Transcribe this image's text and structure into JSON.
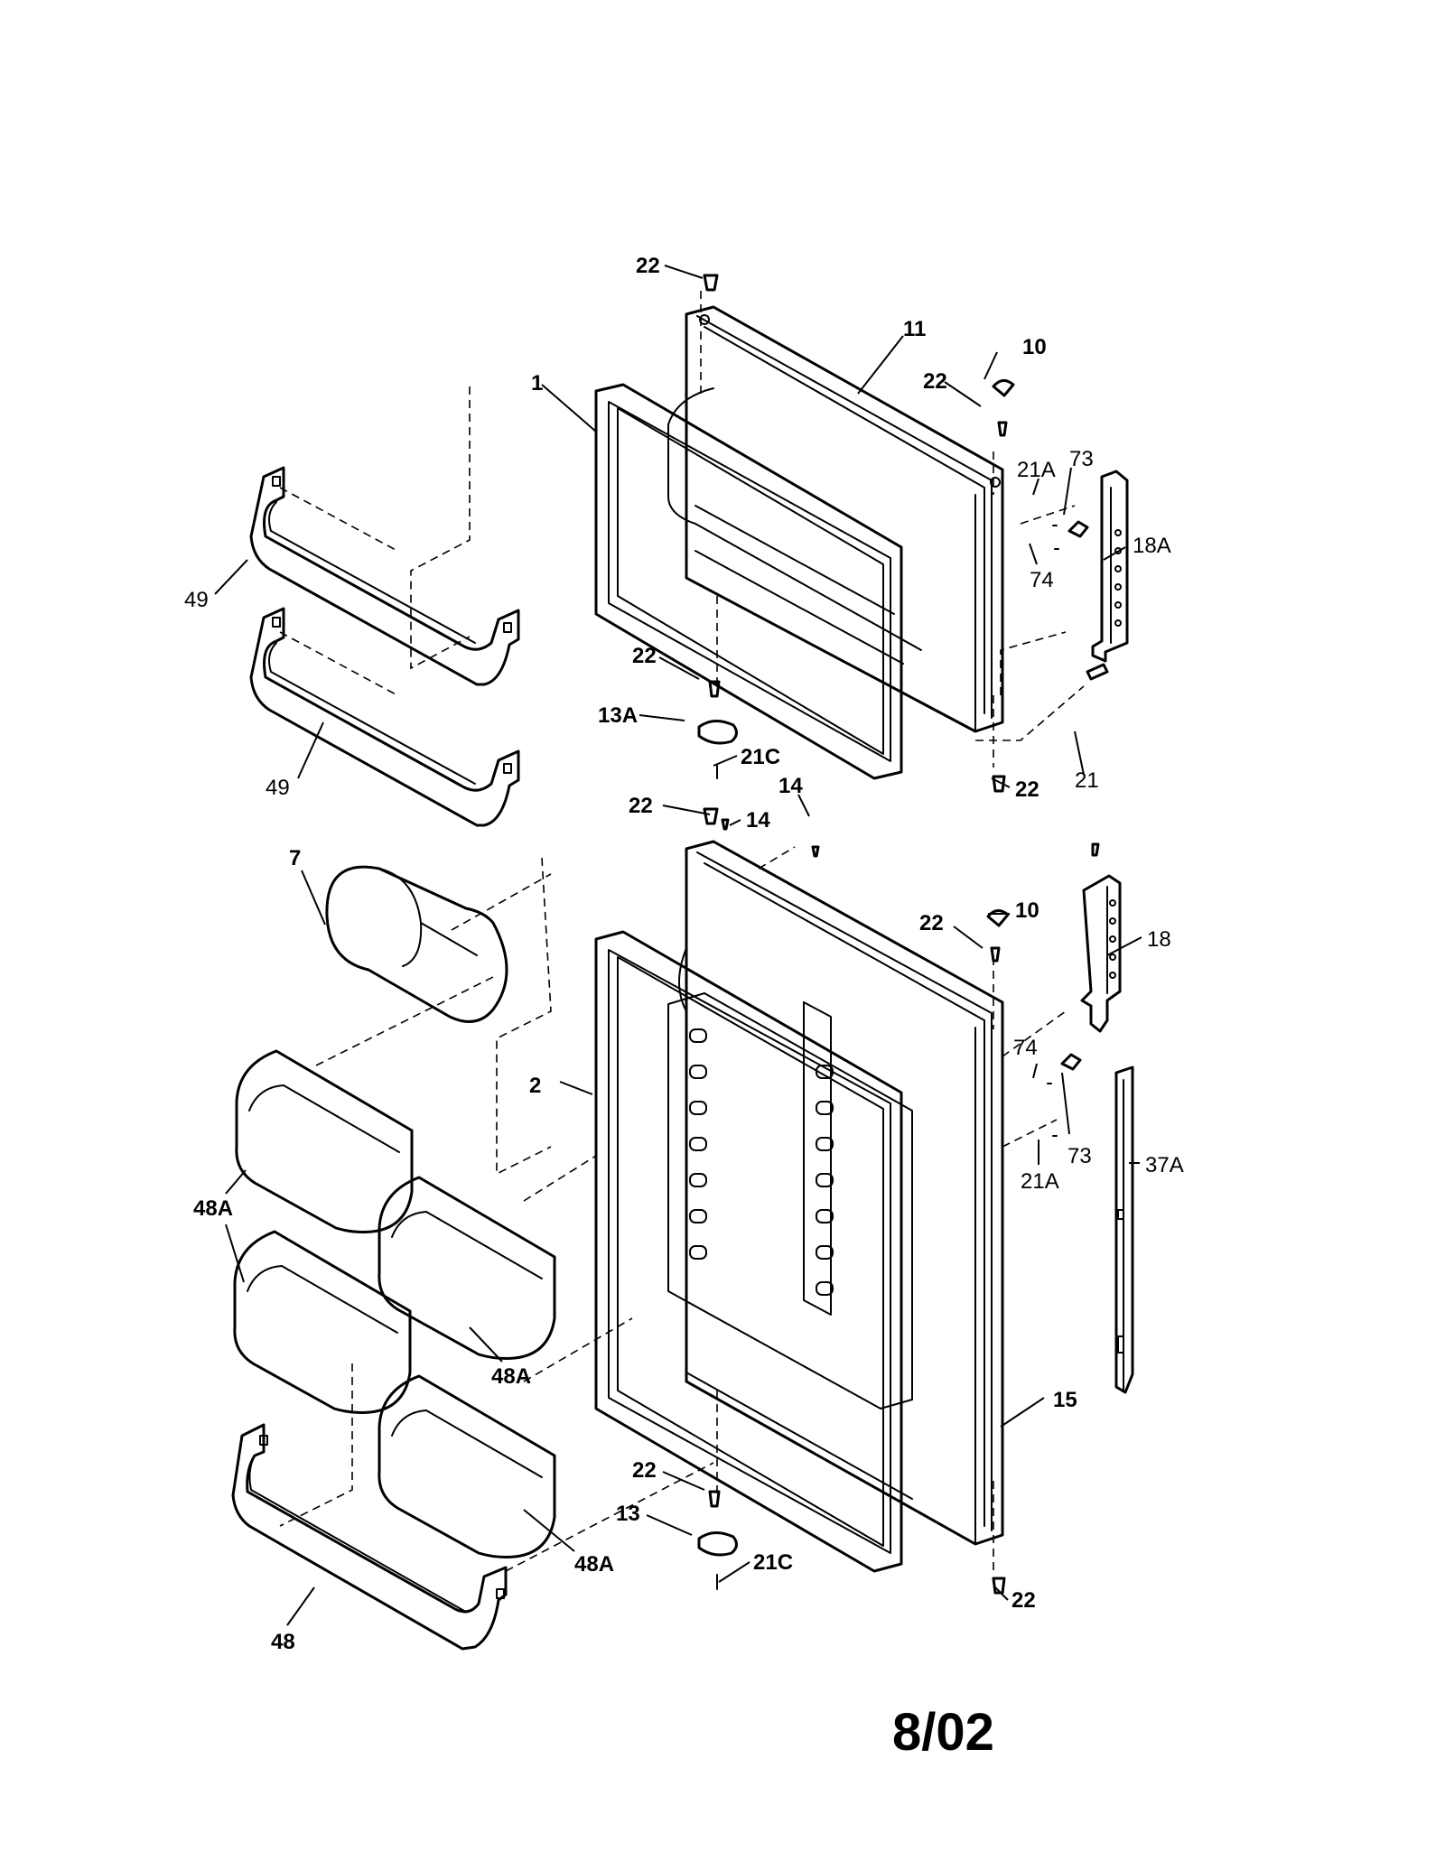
{
  "diagram": {
    "date_code": "8/02",
    "labels": {
      "l22_top": "22",
      "l11": "11",
      "l10_top": "10",
      "l22_hinge_top": "22",
      "l1": "1",
      "l21A_top": "21A",
      "l73_top": "73",
      "l18A": "18A",
      "l74_top": "74",
      "l49_upper": "49",
      "l22_freezer_bottom": "22",
      "l13A": "13A",
      "l21C_top": "21C",
      "l49_lower": "49",
      "l21": "21",
      "l22_mid_right": "22",
      "l14_upper": "14",
      "l22_mid": "22",
      "l14_lower": "14",
      "l7": "7",
      "l10_mid": "10",
      "l22_hinge_mid": "22",
      "l18": "18",
      "l74_mid": "74",
      "l2": "2",
      "l73_mid": "73",
      "l21A_mid": "21A",
      "l37A": "37A",
      "l48A_left": "48A",
      "l48A_middle": "48A",
      "l15": "15",
      "l22_fresh_bottom": "22",
      "l13": "13",
      "l48A_lower": "48A",
      "l21C_bottom": "21C",
      "l22_bottom_right": "22",
      "l48": "48"
    }
  }
}
